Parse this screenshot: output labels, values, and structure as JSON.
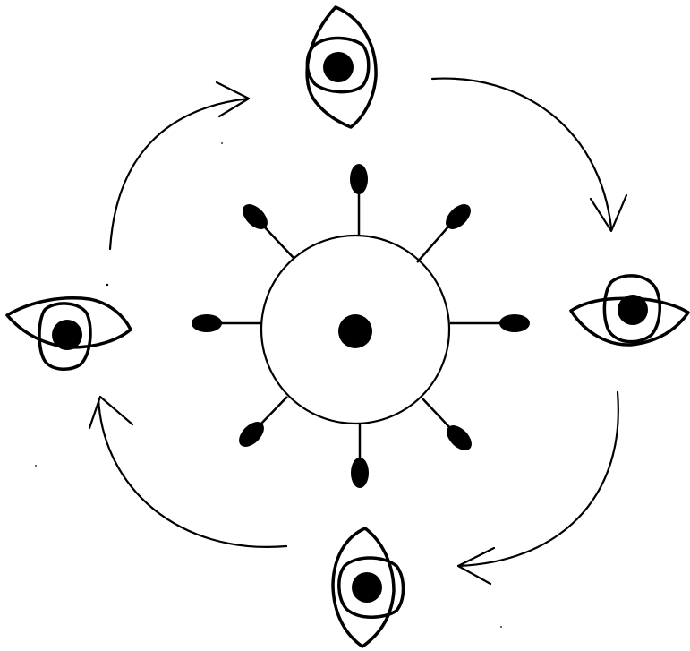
{
  "diagram": {
    "kind": "hand-drawn rotation diagram",
    "center": {
      "shape": "circle-with-dot",
      "icon": "sun-icon",
      "ray_count": 8,
      "ray_tip": "filled-oval"
    },
    "eyes": [
      {
        "position": "top",
        "orientation": "vertical",
        "icon": "eye-icon"
      },
      {
        "position": "right",
        "orientation": "horizontal",
        "icon": "eye-icon"
      },
      {
        "position": "bottom",
        "orientation": "vertical",
        "icon": "eye-icon"
      },
      {
        "position": "left",
        "orientation": "horizontal",
        "icon": "eye-icon"
      }
    ],
    "arrows": [
      {
        "from": "top",
        "to": "right",
        "direction": "clockwise",
        "icon": "curved-arrow-icon"
      },
      {
        "from": "right",
        "to": "bottom",
        "direction": "clockwise",
        "icon": "curved-arrow-icon"
      },
      {
        "from": "bottom",
        "to": "left",
        "direction": "clockwise",
        "icon": "curved-arrow-icon"
      },
      {
        "from": "left",
        "to": "top",
        "direction": "clockwise",
        "icon": "curved-arrow-icon"
      }
    ],
    "colors": {
      "ink": "#000000",
      "paper": "#ffffff"
    }
  }
}
